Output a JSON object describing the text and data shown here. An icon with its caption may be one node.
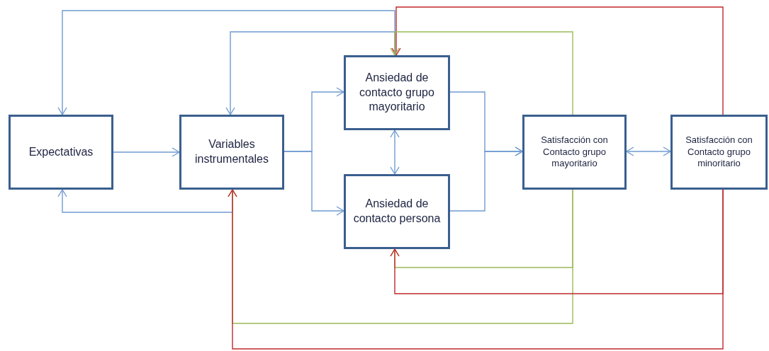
{
  "diagram": {
    "nodes": [
      {
        "text": [
          "Expectativas"
        ]
      },
      {
        "text": [
          "Variables instrumentales"
        ]
      },
      {
        "text": [
          "Ansiedad de contacto grupo mayoritario"
        ]
      },
      {
        "text": [
          "Ansiedad de contacto persona"
        ]
      },
      {
        "text": [
          "Satisfacción con Contacto grupo mayoritario"
        ]
      },
      {
        "text": [
          "Satisfacción con Contacto grupo minoritario"
        ]
      }
    ],
    "edges": [
      {
        "from": 0,
        "to": 1,
        "arrow": "to"
      },
      {
        "from": 1,
        "to": 2,
        "arrow": "to"
      },
      {
        "from": 1,
        "to": 3,
        "arrow": "to"
      },
      {
        "from": 2,
        "to": 4,
        "arrow": "to"
      },
      {
        "from": 3,
        "to": 4,
        "arrow": "to"
      },
      {
        "from": 2,
        "to": 3,
        "arrow": "both"
      },
      {
        "from": 4,
        "to": 5,
        "arrow": "both"
      },
      {
        "from": 2,
        "to": 0,
        "arrow": "to"
      },
      {
        "from": 2,
        "to": 1,
        "arrow": "to"
      },
      {
        "from": 1,
        "to": 0,
        "arrow": "to"
      },
      {
        "from": 5,
        "to": 2,
        "arrow": "to",
        "color": "#c0282d"
      },
      {
        "from": 4,
        "to": 2,
        "arrow": "to",
        "color": "#9bbb59"
      },
      {
        "from": 4,
        "to": 3,
        "arrow": "to",
        "color": "#9bbb59"
      },
      {
        "from": 4,
        "to": 1,
        "arrow": "to",
        "color": "#9bbb59"
      },
      {
        "from": 5,
        "to": 3,
        "arrow": "to",
        "color": "#c0282d"
      },
      {
        "from": 5,
        "to": 1,
        "arrow": "to",
        "color": "#c0282d"
      }
    ]
  }
}
